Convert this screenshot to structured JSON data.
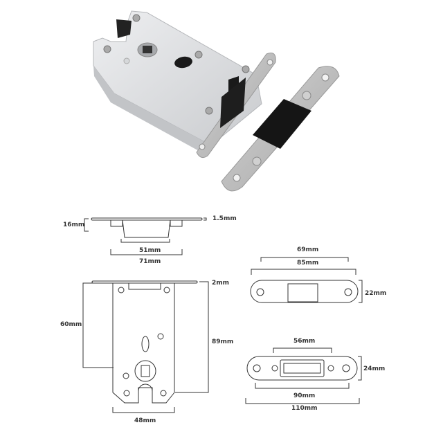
{
  "photo": {
    "lock_body": "magnetic mortise lock body (silver)",
    "strike_plate": "strike plate with black box (stainless)"
  },
  "top_view": {
    "depth": "16mm",
    "faceplate_thickness": "1.5mm",
    "inner_width": "51mm",
    "outer_width": "71mm"
  },
  "side_view": {
    "faceplate_thickness": "2mm",
    "backset": "60mm",
    "height": "89mm",
    "width": "48mm"
  },
  "strike_plate_small": {
    "hole_spacing": "69mm",
    "length": "85mm",
    "height": "22mm"
  },
  "strike_plate_large": {
    "box_length": "56mm",
    "hole_spacing": "90mm",
    "length": "110mm",
    "height": "24mm"
  }
}
